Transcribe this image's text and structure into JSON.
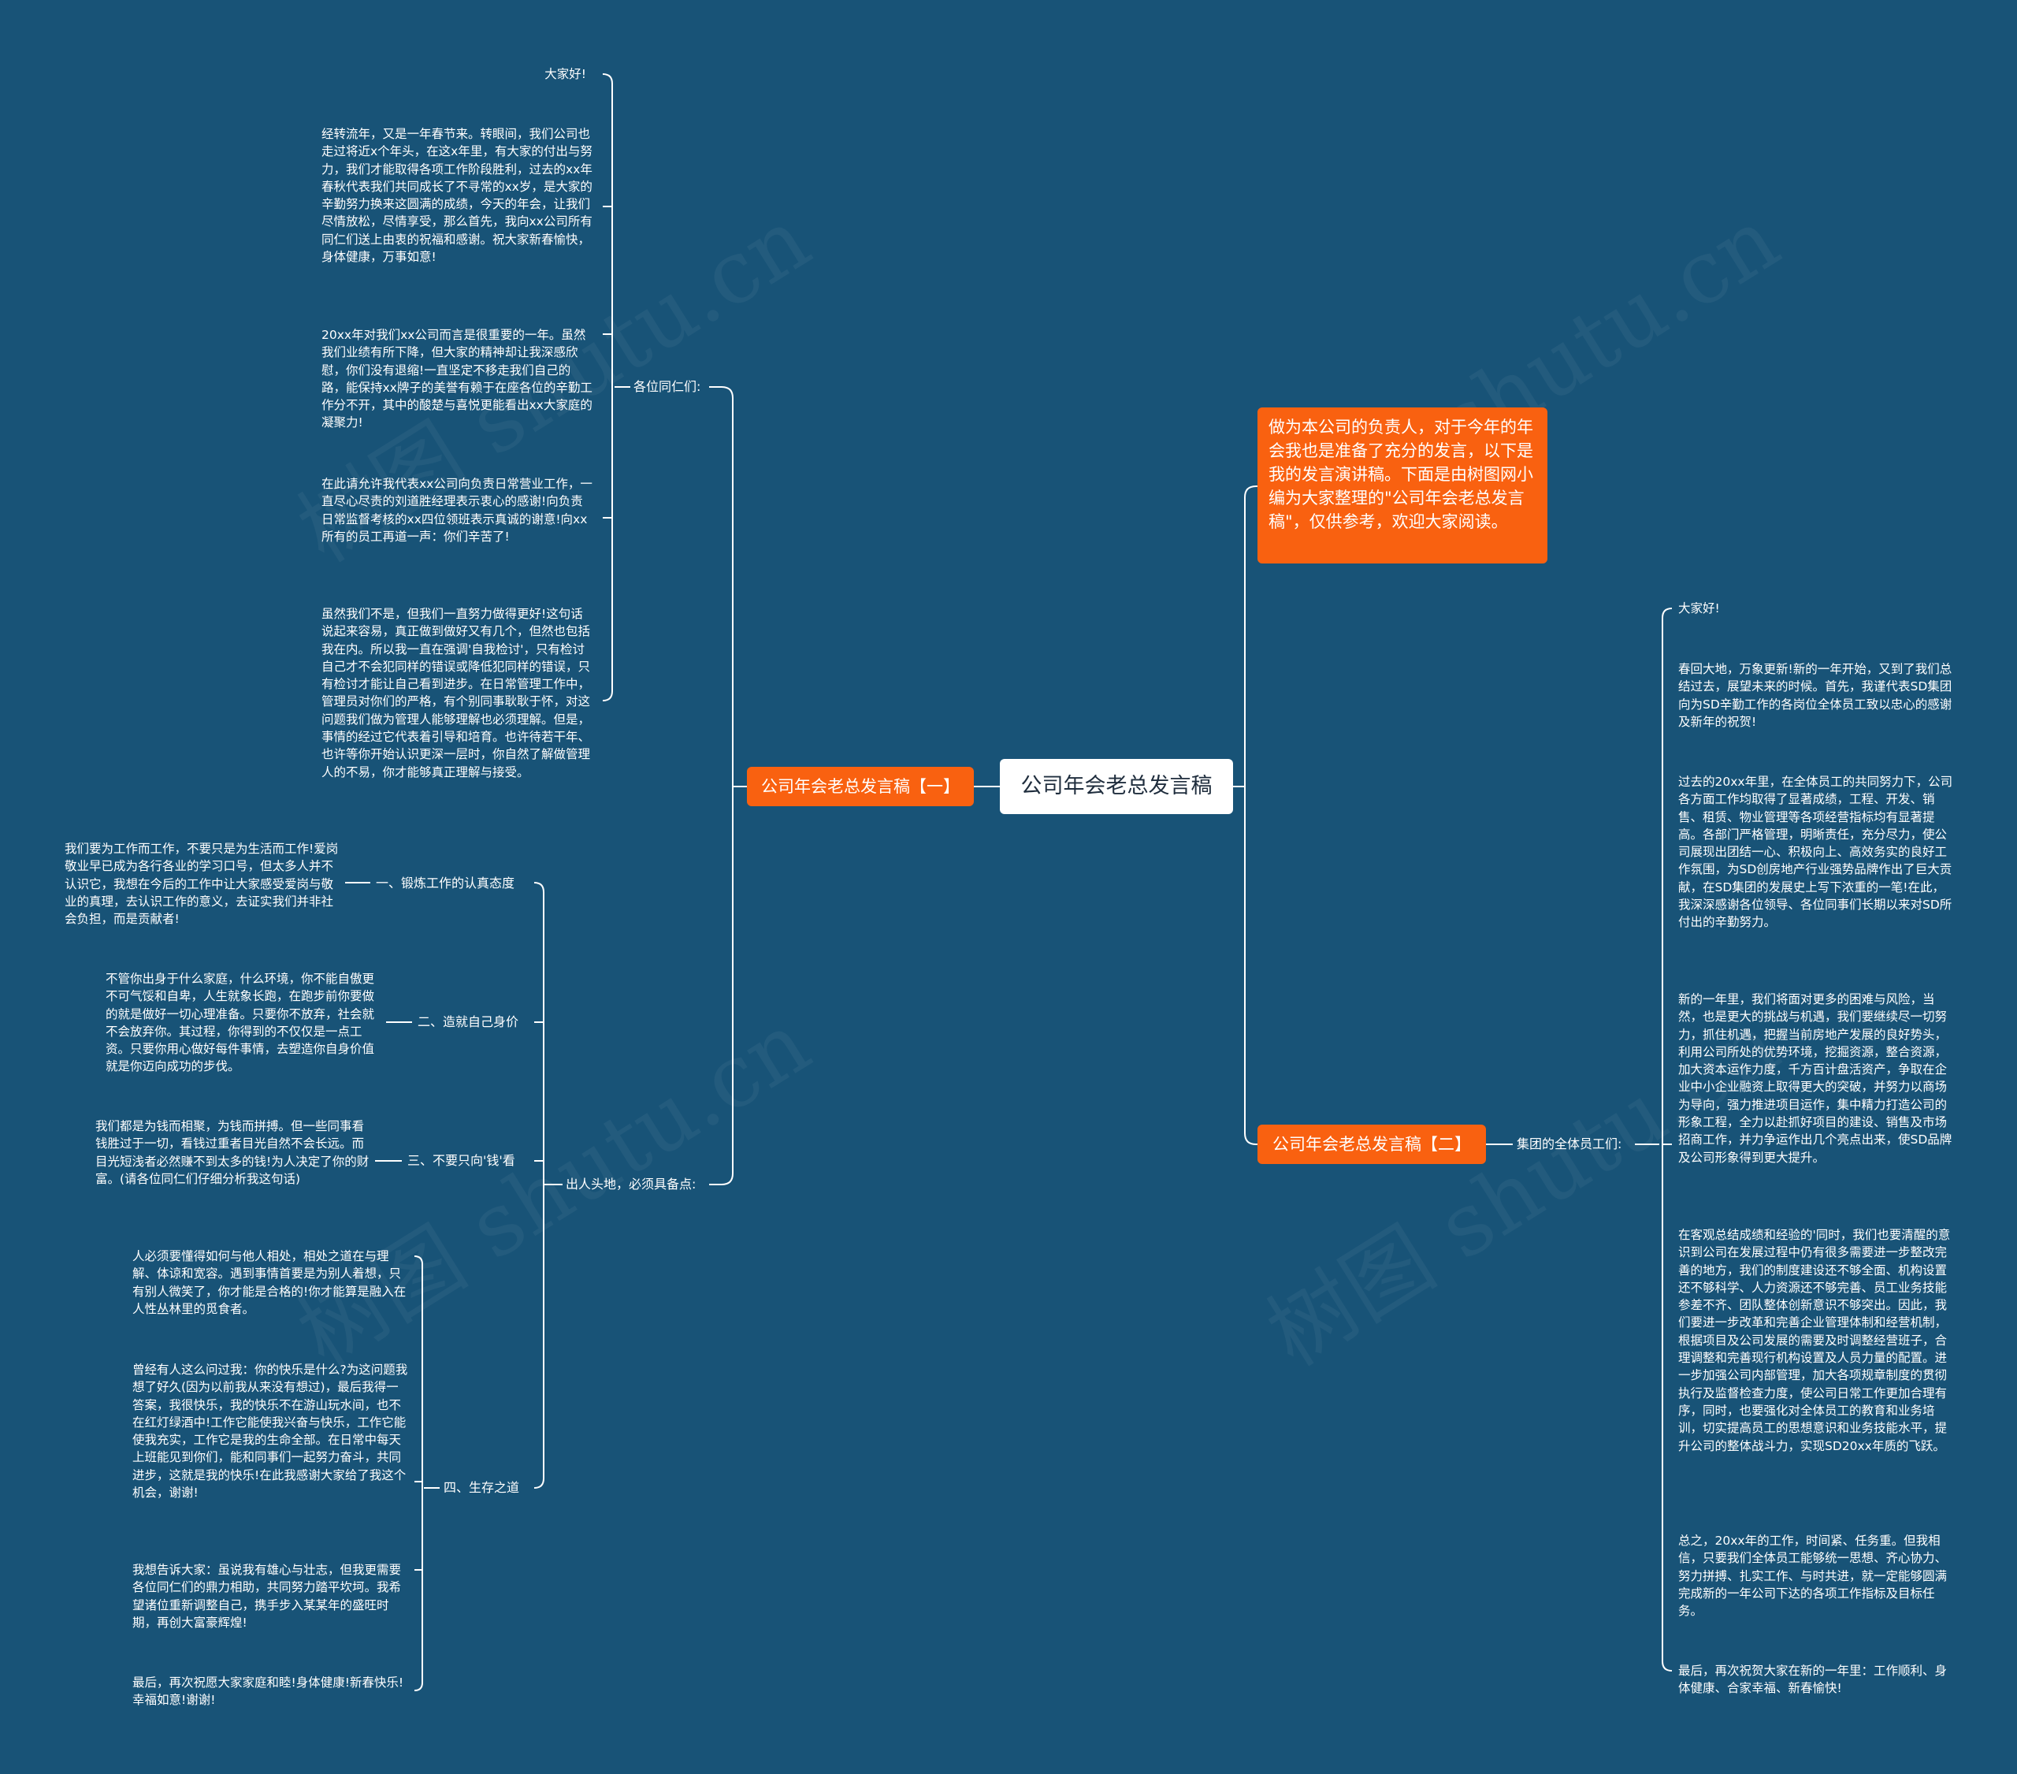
{
  "root": {
    "title": "公司年会老总发言稿"
  },
  "intro": {
    "text": "做为本公司的负责人，对于今年的年会我也是准备了充分的发言，以下是我的发言演讲稿。下面是由树图网小编为大家整理的\"公司年会老总发言稿\"，仅供参考，欢迎大家阅读。"
  },
  "branch1": {
    "label": "公司年会老总发言稿【一】",
    "group1": {
      "label": "各位同仁们:",
      "items": [
        "大家好!",
        "经转流年，又是一年春节来。转眼间，我们公司也走过将近x个年头，在这x年里，有大家的付出与努力，我们才能取得各项工作阶段胜利，过去的xx年春秋代表我们共同成长了不寻常的xx岁，是大家的辛勤努力换来这圆满的成绩，今天的年会，让我们尽情放松，尽情享受，那么首先，我向xx公司所有同仁们送上由衷的祝福和感谢。祝大家新春愉快，身体健康，万事如意!",
        "20xx年对我们xx公司而言是很重要的一年。虽然我们业绩有所下降，但大家的精神却让我深感欣慰，你们没有退缩!一直坚定不移走我们自己的路，能保持xx牌子的美誉有赖于在座各位的辛勤工作分不开，其中的酸楚与喜悦更能看出xx大家庭的凝聚力!",
        "在此请允许我代表xx公司向负责日常营业工作，一直尽心尽责的刘道胜经理表示衷心的感谢!向负责日常监督考核的xx四位领班表示真诚的谢意!向xx所有的员工再道一声：你们辛苦了!",
        "虽然我们不是，但我们一直努力做得更好!这句话说起来容易，真正做到做好又有几个，但然也包括我在内。所以我一直在强调'自我检讨'，只有检讨自己才不会犯同样的错误或降低犯同样的错误，只有检讨才能让自己看到进步。在日常管理工作中，管理员对你们的严格，有个别同事耿耿于怀，对这问题我们做为管理人能够理解也必须理解。但是，事情的经过它代表着引导和培育。也许待若干年、也许等你开始认识更深一层时，你自然了解做管理人的不易，你才能够真正理解与接受。"
      ]
    },
    "group2": {
      "label": "出人头地，必须具备点:",
      "subs": [
        {
          "label": "一、锻炼工作的认真态度",
          "items": [
            "我们要为工作而工作，不要只是为生活而工作!爱岗敬业早已成为各行各业的学习口号，但太多人并不认识它，我想在今后的工作中让大家感受爱岗与敬业的真理，去认识工作的意义，去证实我们并非社会负担，而是贡献者!"
          ]
        },
        {
          "label": "二、造就自己身价",
          "items": [
            "不管你出身于什么家庭，什么环境，你不能自傲更不可气馁和自卑，人生就象长跑，在跑步前你要做的就是做好一切心理准备。只要你不放弃，社会就不会放弃你。其过程，你得到的不仅仅是一点工资。只要你用心做好每件事情，去塑造你自身价值就是你迈向成功的步伐。"
          ]
        },
        {
          "label": "三、不要只向'钱'看",
          "items": [
            "我们都是为钱而相聚，为钱而拼搏。但一些同事看钱胜过于一切，看钱过重者目光自然不会长远。而目光短浅者必然赚不到太多的钱!为人决定了你的财富。(请各位同仁们仔细分析我这句话)"
          ]
        },
        {
          "label": "四、生存之道",
          "items": [
            "人必须要懂得如何与他人相处，相处之道在与理解、体谅和宽容。遇到事情首要是为别人着想，只有别人微笑了，你才能是合格的!你才能算是融入在人性丛林里的觅食者。",
            "曾经有人这么问过我：你的快乐是什么?为这问题我想了好久(因为以前我从来没有想过)，最后我得一答案，我很快乐，我的快乐不在游山玩水间，也不在红灯绿酒中!工作它能使我兴奋与快乐，工作它能使我充实，工作它是我的生命全部。在日常中每天上班能见到你们，能和同事们一起努力奋斗，共同进步，这就是我的快乐!在此我感谢大家给了我这个机会，谢谢!",
            "我想告诉大家：虽说我有雄心与壮志，但我更需要各位同仁们的鼎力相助，共同努力踏平坎坷。我希望诸位重新调整自己，携手步入某某年的盛旺时期，再创大富豪辉煌!",
            "最后，再次祝愿大家家庭和睦!身体健康!新春快乐!幸福如意!谢谢!"
          ]
        }
      ]
    }
  },
  "branch2": {
    "label": "公司年会老总发言稿【二】",
    "group": {
      "label": "集团的全体员工们:",
      "items": [
        "大家好!",
        "春回大地，万象更新!新的一年开始，又到了我们总结过去，展望未来的时候。首先，我谨代表SD集团向为SD辛勤工作的各岗位全体员工致以忠心的感谢及新年的祝贺!",
        "过去的20xx年里，在全体员工的共同努力下，公司各方面工作均取得了显著成绩，工程、开发、销售、租赁、物业管理等各项经营指标均有显著提高。各部门严格管理，明晰责任，充分尽力，使公司展现出团结一心、积极向上、高效务实的良好工作氛围，为SD创房地产行业强势品牌作出了巨大贡献，在SD集团的发展史上写下浓重的一笔!在此，我深深感谢各位领导、各位同事们长期以来对SD所付出的辛勤努力。",
        "新的一年里，我们将面对更多的困难与风险，当然，也是更大的挑战与机遇，我们要继续尽一切努力，抓住机遇，把握当前房地产发展的良好势头，利用公司所处的优势环境，挖掘资源，整合资源，加大资本运作力度，千方百计盘活资产，争取在企业中小企业融资上取得更大的突破，并努力以商场为导向，强力推进项目运作，集中精力打造公司的形象工程，全力以赴抓好项目的建设、销售及市场招商工作，并力争运作出几个亮点出来，使SD品牌及公司形象得到更大提升。",
        "在客观总结成绩和经验的'同时，我们也要清醒的意识到公司在发展过程中仍有很多需要进一步整改完善的地方，我们的制度建设还不够全面、机构设置还不够科学、人力资源还不够完善、员工业务技能参差不齐、团队整体创新意识不够突出。因此，我们要进一步改革和完善企业管理体制和经营机制，根据项目及公司发展的需要及时调整经营班子，合理调整和完善现行机构设置及人员力量的配置。进一步加强公司内部管理，加大各项规章制度的贯彻执行及监督检查力度，使公司日常工作更加合理有序，同时，也要强化对全体员工的教育和业务培训，切实提高员工的思想意识和业务技能水平，提升公司的整体战斗力，实现SD20xx年质的飞跃。",
        "总之，20xx年的工作，时间紧、任务重。但我相信，只要我们全体员工能够统一思想、齐心协力、努力拼搏、扎实工作、与时共进，就一定能够圆满完成新的一年公司下达的各项工作指标及目标任务。",
        "最后，再次祝贺大家在新的一年里：工作顺利、身体健康、合家幸福、新春愉快!"
      ]
    }
  },
  "watermark": {
    "text": "树图 shutu.cn"
  },
  "colors": {
    "background": "#185377",
    "branch": "#f96110",
    "line": "#ffffff"
  }
}
